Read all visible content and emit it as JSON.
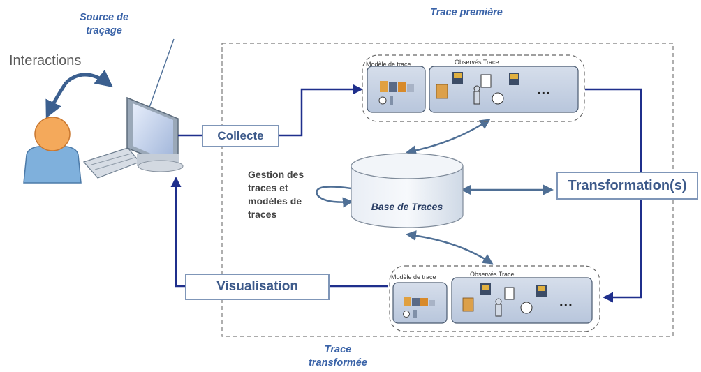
{
  "labels": {
    "source": "Source de traçage",
    "interactions": "Interactions",
    "trace_premiere": "Trace première",
    "trace_transformee": "Trace transformée",
    "gestion": "Gestion des traces et modèles de traces",
    "base": "Base de Traces"
  },
  "boxes": {
    "collecte": "Collecte",
    "transformation": "Transformation(s)",
    "visualisation": "Visualisation"
  },
  "trace_groups": {
    "top": {
      "modele": "Modèle de trace",
      "observes": "Observés Trace",
      "more": "..."
    },
    "bottom": {
      "modele": "Modèle de trace",
      "observes": "Observés Trace",
      "more": "..."
    }
  },
  "colors": {
    "arrow_navy": "#1f2f8c",
    "arrow_steel": "#4f6f95",
    "box_border": "#7f96b8",
    "panel_fill": "#c7d2e4",
    "accent_text": "#3a63a8"
  }
}
